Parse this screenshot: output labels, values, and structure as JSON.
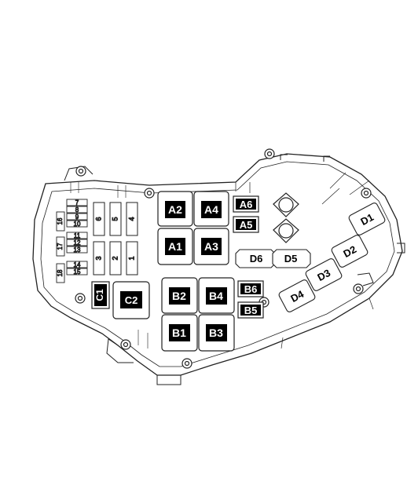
{
  "relays": {
    "A1": "A1",
    "A2": "A2",
    "A3": "A3",
    "A4": "A4",
    "A5": "A5",
    "A6": "A6",
    "B1": "B1",
    "B2": "B2",
    "B3": "B3",
    "B4": "B4",
    "B5": "B5",
    "B6": "B6",
    "C1": "C1",
    "C2": "C2",
    "D1": "D1",
    "D2": "D2",
    "D3": "D3",
    "D4": "D4",
    "D5": "D5",
    "D6": "D6"
  },
  "large_fuses": {
    "f1": "1",
    "f2": "2",
    "f3": "3",
    "f4": "4",
    "f5": "5",
    "f6": "6"
  },
  "mini_fuses": {
    "f7": "7",
    "f8": "8",
    "f9": "9",
    "f10": "10",
    "f11": "11",
    "f12": "12",
    "f13": "13",
    "f14": "14",
    "f15": "15",
    "f16": "16",
    "f17": "17",
    "f18": "18"
  },
  "colors": {
    "ink": "#000000",
    "paper": "#ffffff",
    "line": "#222222"
  }
}
